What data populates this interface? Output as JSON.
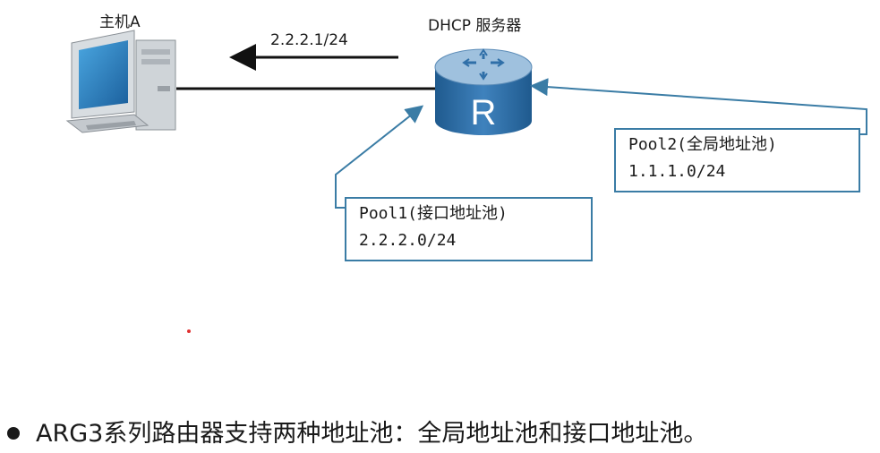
{
  "host": {
    "label": "主机A"
  },
  "server": {
    "label": "DHCP 服务器",
    "router_symbol": "R"
  },
  "assigned_ip": "2.2.2.1/24",
  "pool1": {
    "title": "Pool1(接口地址池)",
    "network": "2.2.2.0/24"
  },
  "pool2": {
    "title": "Pool2(全局地址池)",
    "network": "1.1.1.0/24"
  },
  "note": "ARG3系列路由器支持两种地址池：全局地址池和接口地址池。",
  "colors": {
    "connector": "#3a7ca5",
    "router_top": "#8fb3d4",
    "router_body": "#2f6fa8",
    "accent_dot": "#e03030"
  }
}
